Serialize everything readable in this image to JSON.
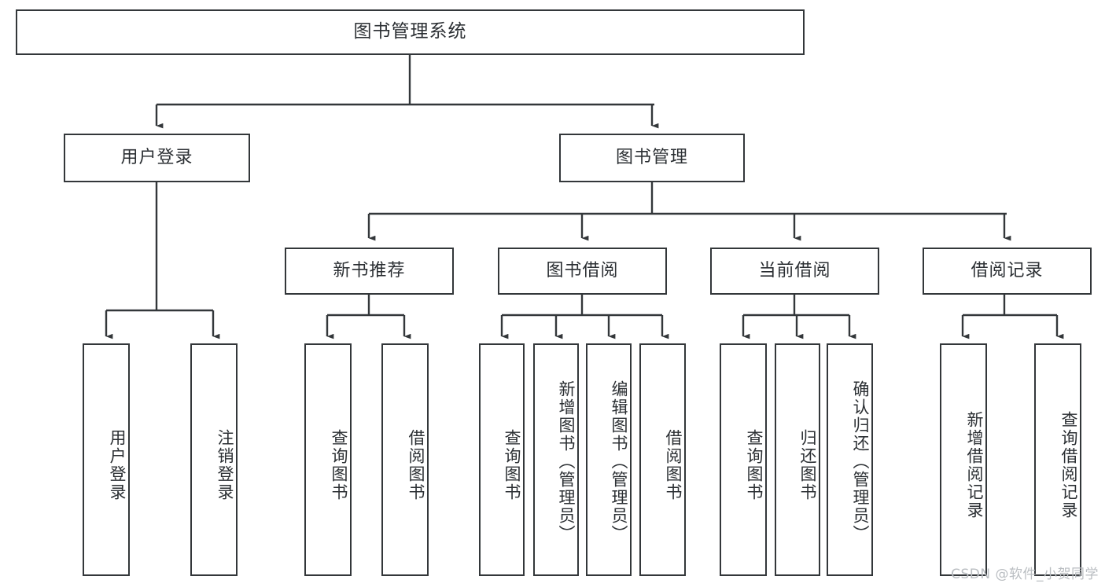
{
  "diagram": {
    "title": "图书管理系统",
    "watermark": "CSDN @软件_小贺同学",
    "colors": {
      "stroke": "#33373a",
      "fill": "#ffffff",
      "text": "#2b2f33",
      "watermark": "#b9bdc1"
    },
    "root": {
      "label": "图书管理系统"
    },
    "level2": [
      {
        "label": "用户登录"
      },
      {
        "label": "图书管理"
      }
    ],
    "level3": [
      {
        "label": "新书推荐"
      },
      {
        "label": "图书借阅"
      },
      {
        "label": "当前借阅"
      },
      {
        "label": "借阅记录"
      }
    ],
    "leaves": {
      "user_login": [
        {
          "label": "用户登录"
        },
        {
          "label": "注销登录"
        }
      ],
      "new_book": [
        {
          "label": "查询图书"
        },
        {
          "label": "借阅图书"
        }
      ],
      "book_borrow": [
        {
          "label": "查询图书"
        },
        {
          "label": "新增图书（管理员）"
        },
        {
          "label": "编辑图书（管理员）"
        },
        {
          "label": "借阅图书"
        }
      ],
      "current_borrow": [
        {
          "label": "查询图书"
        },
        {
          "label": "归还图书"
        },
        {
          "label": "确认归还（管理员）"
        }
      ],
      "borrow_record": [
        {
          "label": "新增借阅记录"
        },
        {
          "label": "查询借阅记录"
        }
      ]
    }
  }
}
